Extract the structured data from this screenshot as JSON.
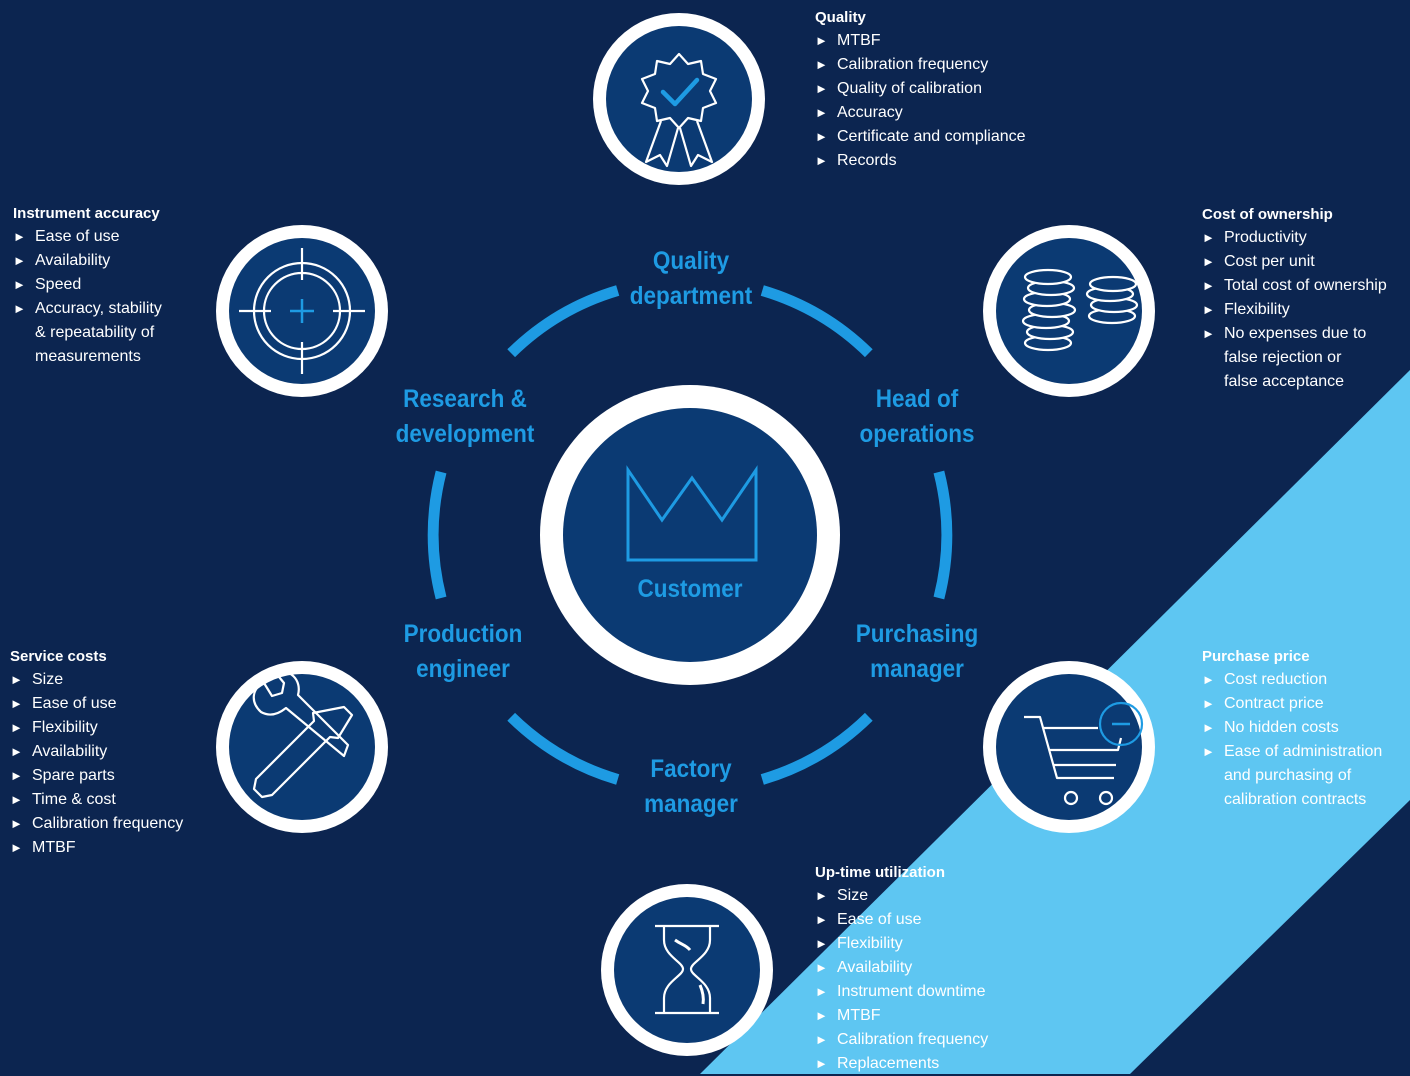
{
  "center": {
    "label": "Customer",
    "icon": "crown-icon"
  },
  "roles": {
    "quality_department": {
      "line1": "Quality",
      "line2": "department"
    },
    "research_development": {
      "line1": "Research &",
      "line2": "development"
    },
    "head_of_operations": {
      "line1": "Head of",
      "line2": "operations"
    },
    "production_engineer": {
      "line1": "Production",
      "line2": "engineer"
    },
    "purchasing_manager": {
      "line1": "Purchasing",
      "line2": "manager"
    },
    "factory_manager": {
      "line1": "Factory",
      "line2": "manager"
    }
  },
  "panels": {
    "quality": {
      "title": "Quality",
      "icon": "award-ribbon-icon",
      "items": [
        "MTBF",
        "Calibration frequency",
        "Quality of calibration",
        "Accuracy",
        "Certificate and compliance",
        "Records"
      ]
    },
    "instrument_accuracy": {
      "title": "Instrument accuracy",
      "icon": "crosshair-icon",
      "items": [
        "Ease of use",
        "Availability",
        "Speed"
      ],
      "item4_lines": [
        "Accuracy, stability",
        "& repeatability of",
        "measurements"
      ]
    },
    "cost_of_ownership": {
      "title": "Cost of ownership",
      "icon": "coins-icon",
      "items": [
        "Productivity",
        "Cost per unit",
        "Total cost of ownership",
        "Flexibility"
      ],
      "item5_lines": [
        "No expenses due to",
        "false rejection or",
        "false acceptance"
      ]
    },
    "service_costs": {
      "title": "Service costs",
      "icon": "wrench-screwdriver-icon",
      "items": [
        "Size",
        "Ease of use",
        "Flexibility",
        "Availability",
        "Spare parts",
        "Time & cost",
        "Calibration frequency",
        "MTBF"
      ]
    },
    "purchase_price": {
      "title": "Purchase price",
      "icon": "cart-minus-icon",
      "items": [
        "Cost reduction",
        "Contract price",
        "No hidden costs"
      ],
      "item4_lines": [
        "Ease of administration",
        "and purchasing of",
        "calibration contracts"
      ]
    },
    "uptime_utilization": {
      "title": "Up-time utilization",
      "icon": "hourglass-icon",
      "items": [
        "Size",
        "Ease of use",
        "Flexibility",
        "Availability",
        "Instrument downtime",
        "MTBF",
        "Calibration frequency",
        "Replacements"
      ]
    }
  },
  "colors": {
    "background": "#0c2550",
    "accent": "#1e9be3",
    "light_accent": "#5ec6f2",
    "circle_fill": "#0b3a73",
    "ring": "#ffffff"
  }
}
